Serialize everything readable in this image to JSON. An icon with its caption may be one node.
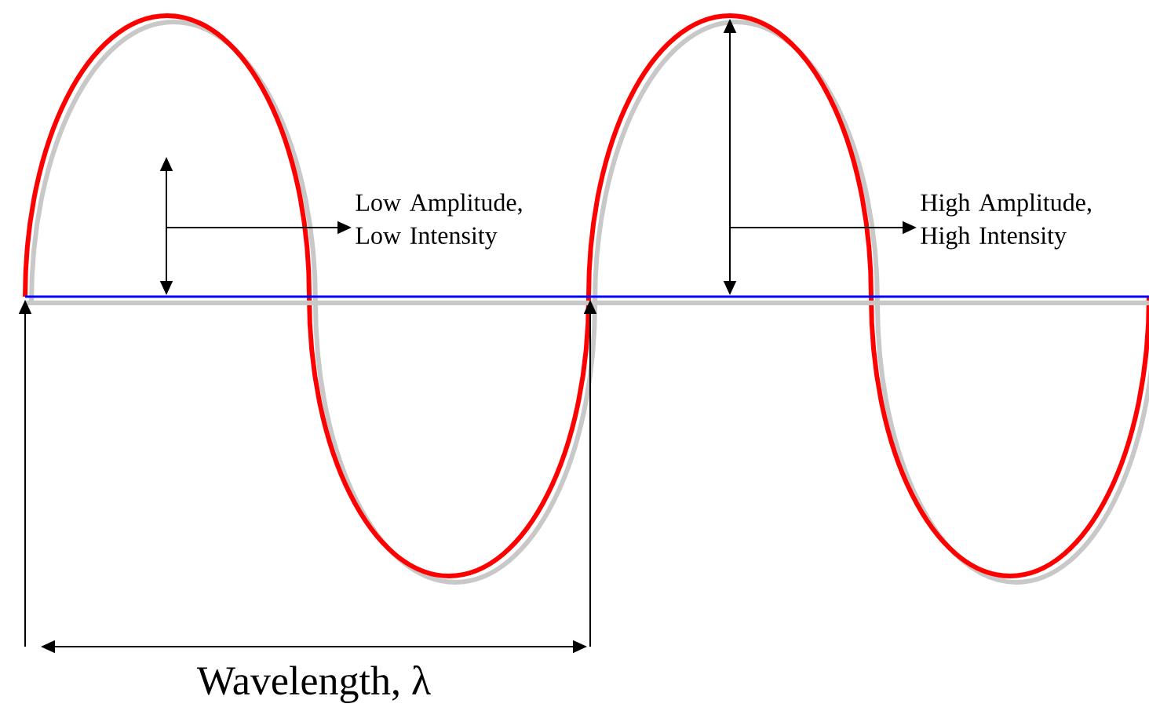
{
  "diagram": {
    "nodes": [
      {
        "text": [
          "Low Amplitude, Low Intensity"
        ]
      },
      {
        "text": [
          "High Amplitude, High Intensity"
        ]
      }
    ],
    "edges": [
      {
        "from": null,
        "to": 0,
        "arrow": "to"
      },
      {
        "from": null,
        "to": 1,
        "arrow": "to"
      }
    ],
    "labels": [
      "Wavelength, λ"
    ]
  }
}
